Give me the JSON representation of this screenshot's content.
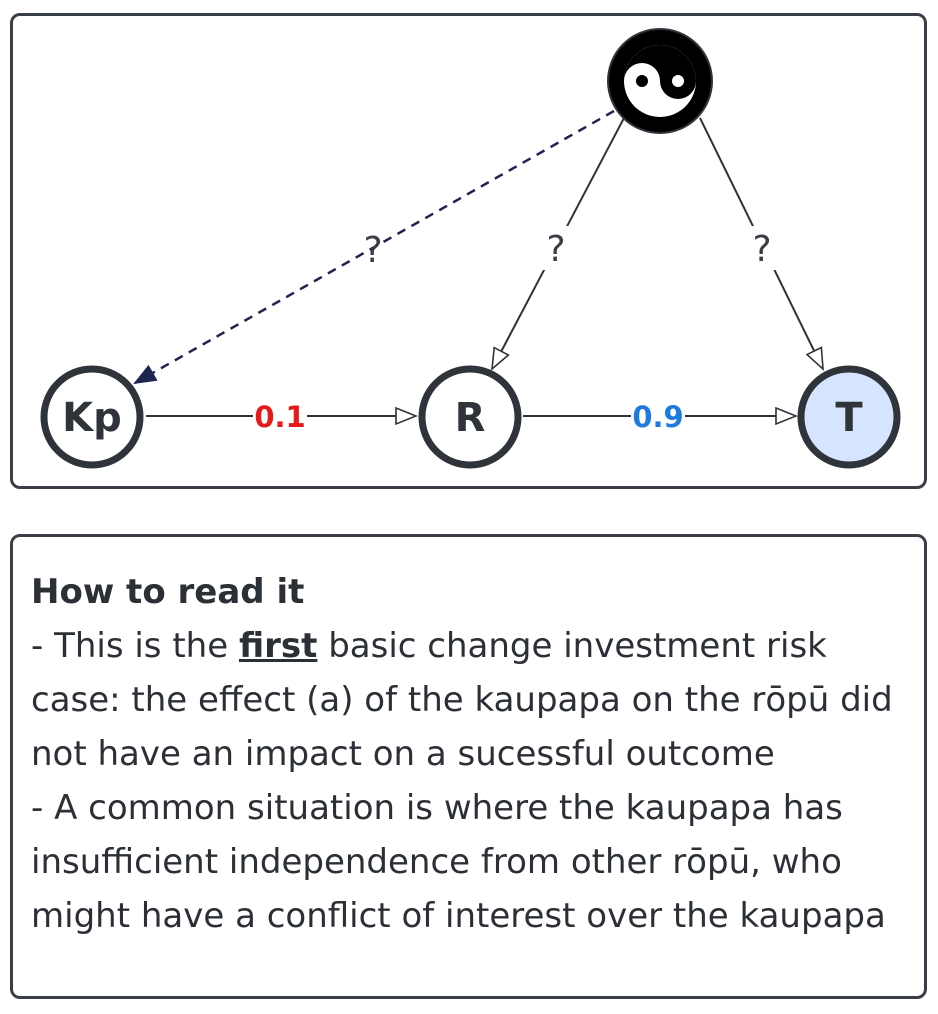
{
  "diagram": {
    "nodes": [
      {
        "id": "Kp",
        "label": "Kp",
        "fill": "#ffffff"
      },
      {
        "id": "R",
        "label": "R",
        "fill": "#ffffff"
      },
      {
        "id": "T",
        "label": "T",
        "fill": "#d6e5ff"
      },
      {
        "id": "U",
        "label": "",
        "icon": "yin-yang-icon",
        "fill": "#000000"
      }
    ],
    "edges": [
      {
        "from": "Kp",
        "to": "R",
        "label": "0.1",
        "label_color": "#e81919",
        "style": "solid"
      },
      {
        "from": "R",
        "to": "T",
        "label": "0.9",
        "label_color": "#1f7ae0",
        "style": "solid"
      },
      {
        "from": "U",
        "to": "Kp",
        "label": "?",
        "style": "dashed",
        "color": "#1f2450"
      },
      {
        "from": "U",
        "to": "R",
        "label": "?",
        "style": "solid"
      },
      {
        "from": "U",
        "to": "T",
        "label": "?",
        "style": "solid"
      }
    ]
  },
  "explanation": {
    "heading": "How to read it",
    "line1_prefix": "- This is the ",
    "line1_emphasis": "first",
    "line1_suffix": " basic change investment risk case: the effect (a) of the kaupapa on the rōpū did not have an impact on a sucessful outcome",
    "line2": "- A common situation is where the kaupapa has insufficient independence from other rōpū, who might have a conflict of interest over the kaupapa"
  }
}
